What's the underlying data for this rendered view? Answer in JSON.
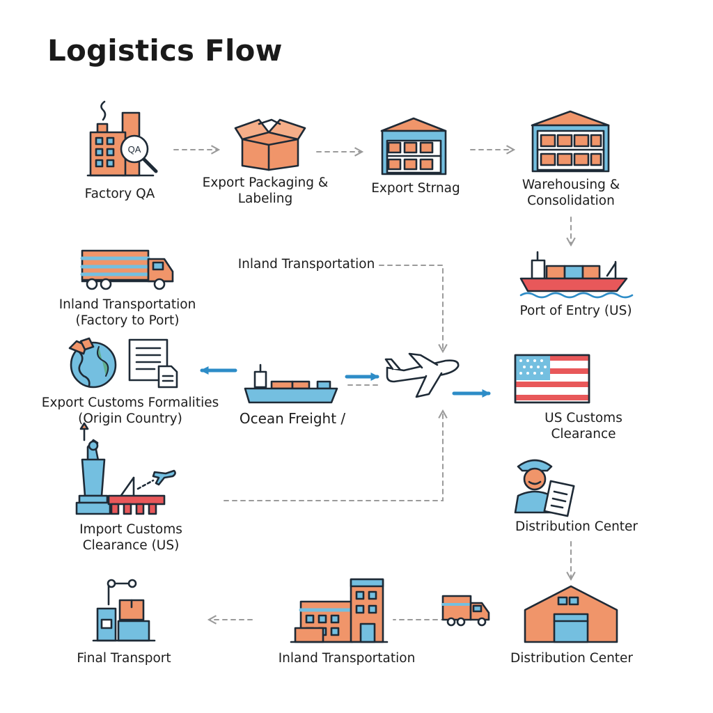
{
  "title": "Logistics Flow",
  "colors": {
    "orange": "#F0956A",
    "blue": "#74BFE0",
    "red": "#E8585A",
    "outline": "#1E2A36",
    "arrow_gray": "#9A9A9A",
    "arrow_blue": "#2D8CC7"
  },
  "nodes": {
    "factory_qa": {
      "label": "Factory QA",
      "icon": "factory-magnifier-icon",
      "badge": "QA"
    },
    "export_packaging": {
      "label": "Export Packaging &\nLabeling",
      "icon": "open-box-icon"
    },
    "export_storage": {
      "label": "Export Strnag",
      "icon": "storage-warehouse-icon"
    },
    "warehousing": {
      "label": "Warehousing &\nConsolidation",
      "icon": "warehouse-icon"
    },
    "port_of_entry": {
      "label": "Port of Entry (US)",
      "icon": "cargo-ship-icon"
    },
    "inland_factory_port": {
      "label": "Inland Transportation\n(Factory to Port)",
      "icon": "truck-icon"
    },
    "inland_header": {
      "label": "Inland Transportation"
    },
    "export_customs": {
      "label": "Export Customs Formalities\n(Origin Country)",
      "icon": "globe-documents-icon"
    },
    "ocean_freight": {
      "label": "Ocean Freight /",
      "icon": "ship-airplane-icon"
    },
    "us_customs": {
      "label": "US Customs Clearance",
      "icon": "us-flag-icon"
    },
    "import_customs": {
      "label": "Import Customs\nClearance (US)",
      "icon": "statue-liberty-port-icon"
    },
    "distribution_officer": {
      "label": "Distribution Center",
      "icon": "customs-officer-icon"
    },
    "final_transport": {
      "label": "Final Transport",
      "icon": "delivery-boxes-icon"
    },
    "inland_bottom": {
      "label": "Inland Transportation",
      "icon": "city-buildings-icon"
    },
    "distribution_center": {
      "label": "Distribution Center",
      "icon": "distribution-building-icon"
    }
  }
}
